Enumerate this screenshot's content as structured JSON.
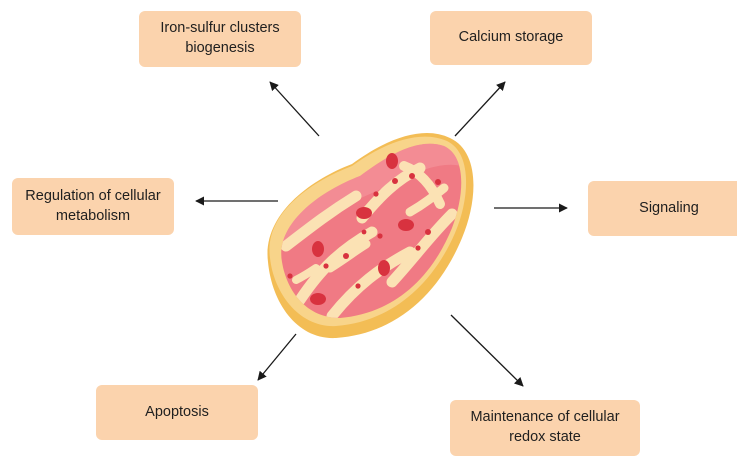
{
  "diagram": {
    "center_label": "mitochondrion-illustration",
    "functions": {
      "iron_sulfur": "Iron-sulfur clusters\nbiogenesis",
      "calcium": "Calcium storage",
      "regulation": "Regulation of cellular\nmetabolism",
      "signaling": "Signaling",
      "apoptosis": "Apoptosis",
      "redox": "Maintenance of cellular\nredox state"
    },
    "colors": {
      "box_fill": "#fbd3ad",
      "outer_membrane": "#f7cf7a",
      "inner_fill": "#f07a84",
      "cristae": "#fbe2b4",
      "granule": "#d8323f",
      "arrow": "#1a1a1a"
    }
  }
}
